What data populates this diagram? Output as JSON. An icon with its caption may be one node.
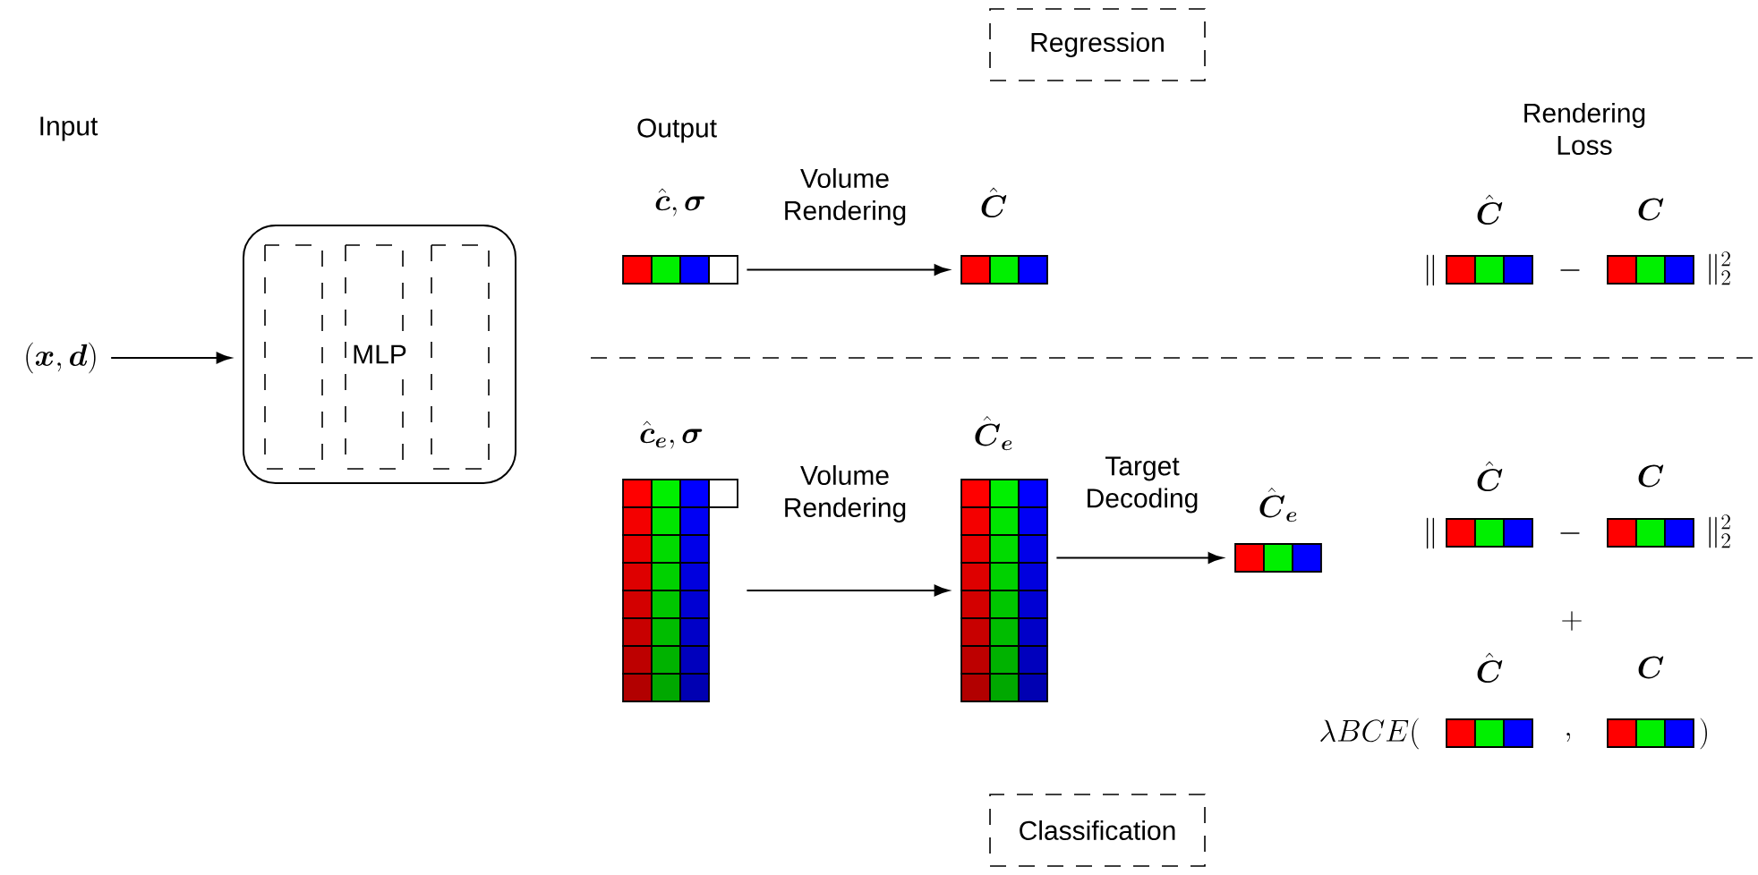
{
  "diagram": {
    "nodes": [
      {
        "text": [
          "Regression"
        ]
      },
      {
        "text": [
          "(\\boldsymbol{x}, \\boldsymbol{d})"
        ]
      },
      {
        "text": [
          "MLP"
        ]
      },
      {
        "text": [],
        "shape": "bar",
        "beside": [
          "\\hat{\\boldsymbol{c}}, \\boldsymbol{\\sigma}"
        ]
      },
      {
        "text": [],
        "shape": "bar",
        "beside": [
          "\\hat{\\boldsymbol{C}}"
        ]
      },
      {
        "text": [],
        "shape": "bar",
        "beside": [
          "\\hat{\\boldsymbol{C}}"
        ]
      },
      {
        "text": [],
        "shape": "bar",
        "beside": [
          "\\boldsymbol{C}"
        ]
      },
      {
        "text": [],
        "shape": "grid",
        "beside": [
          "\\hat{\\boldsymbol{c}}_{\\boldsymbol{e}}, \\boldsymbol{\\sigma}"
        ]
      },
      {
        "text": [],
        "shape": "grid",
        "beside": [
          "\\hat{\\boldsymbol{C}}_{\\boldsymbol{e}}"
        ]
      },
      {
        "text": [],
        "shape": "bar",
        "beside": [
          "\\hat{\\boldsymbol{C}}_{\\boldsymbol{e}}"
        ]
      },
      {
        "text": [],
        "shape": "bar",
        "beside": [
          "\\hat{\\boldsymbol{C}}"
        ]
      },
      {
        "text": [],
        "shape": "bar",
        "beside": [
          "\\boldsymbol{C}"
        ]
      },
      {
        "text": [],
        "shape": "bar",
        "beside": [
          "\\hat{\\boldsymbol{C}}"
        ]
      },
      {
        "text": [],
        "shape": "bar",
        "beside": [
          "\\boldsymbol{C}"
        ]
      },
      {
        "text": [
          "Classification"
        ]
      }
    ],
    "edges": [
      {
        "from": 1,
        "to": 2,
        "arrow": "to"
      },
      {
        "from": 3,
        "to": 4,
        "arrow": "to",
        "label": "Volume Rendering"
      },
      {
        "from": 7,
        "to": 8,
        "arrow": "to",
        "label": "Volume Rendering"
      },
      {
        "from": 8,
        "to": 9,
        "arrow": "to",
        "label": "Target Decoding"
      }
    ],
    "labels": [
      "Input",
      "Output",
      "Rendering Loss",
      "\\|",
      "-",
      "\\|_2^2",
      "\\|",
      "-",
      "\\|_2^2",
      "+",
      "\\lambda BCE(",
      ",",
      ")"
    ]
  }
}
